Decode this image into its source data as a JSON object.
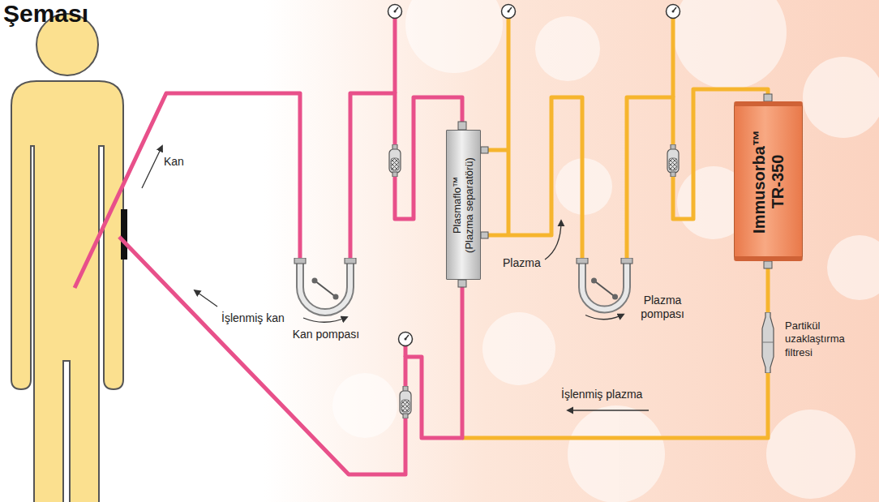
{
  "diagram": {
    "title": "Şeması",
    "nodes": [
      {
        "text": [
          "Kan pompası"
        ]
      },
      {
        "text": [
          "Plasmaflo™",
          "(Plazma separatörü)"
        ]
      },
      {
        "text": [
          "Plazma pompası"
        ]
      },
      {
        "text": [
          "Immusorba™",
          "TR-350"
        ]
      },
      {
        "text": [
          "Partikül uzaklaştırma filtresi"
        ]
      }
    ],
    "edges": [
      {
        "from": 0,
        "to": 1,
        "arrow": "none"
      },
      {
        "from": 1,
        "to": 2,
        "arrow": "none"
      },
      {
        "from": 2,
        "to": 3,
        "arrow": "none"
      },
      {
        "from": 3,
        "to": 4,
        "arrow": "none"
      }
    ],
    "labels": [
      "Kan",
      "İşlenmiş kan",
      "Plazma",
      "İşlenmiş plazma"
    ]
  }
}
